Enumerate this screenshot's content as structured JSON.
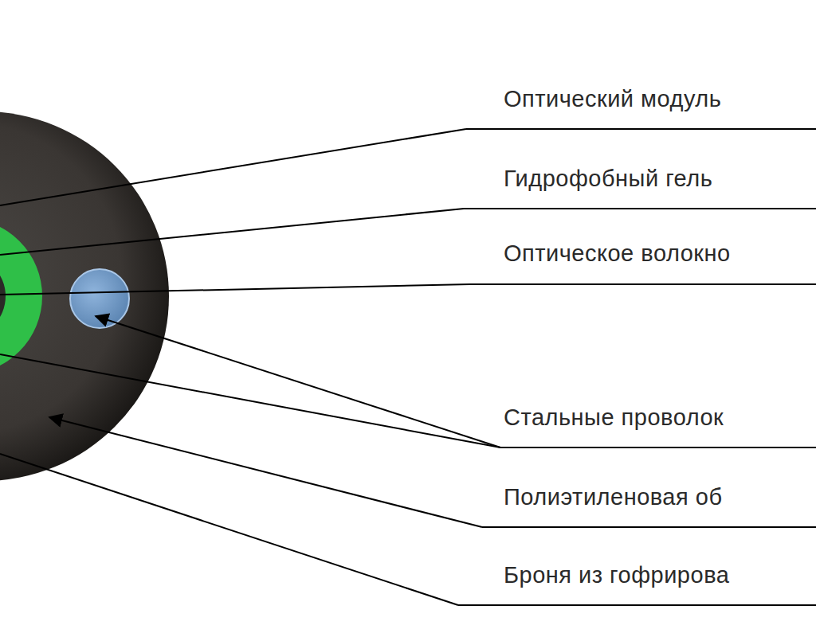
{
  "diagram": {
    "labels": [
      "Оптический модуль",
      "Гидрофобный гель",
      "Оптическое волокно",
      "Стальные проволок",
      "Полиэтиленовая об",
      "Броня из гофрирова"
    ]
  }
}
